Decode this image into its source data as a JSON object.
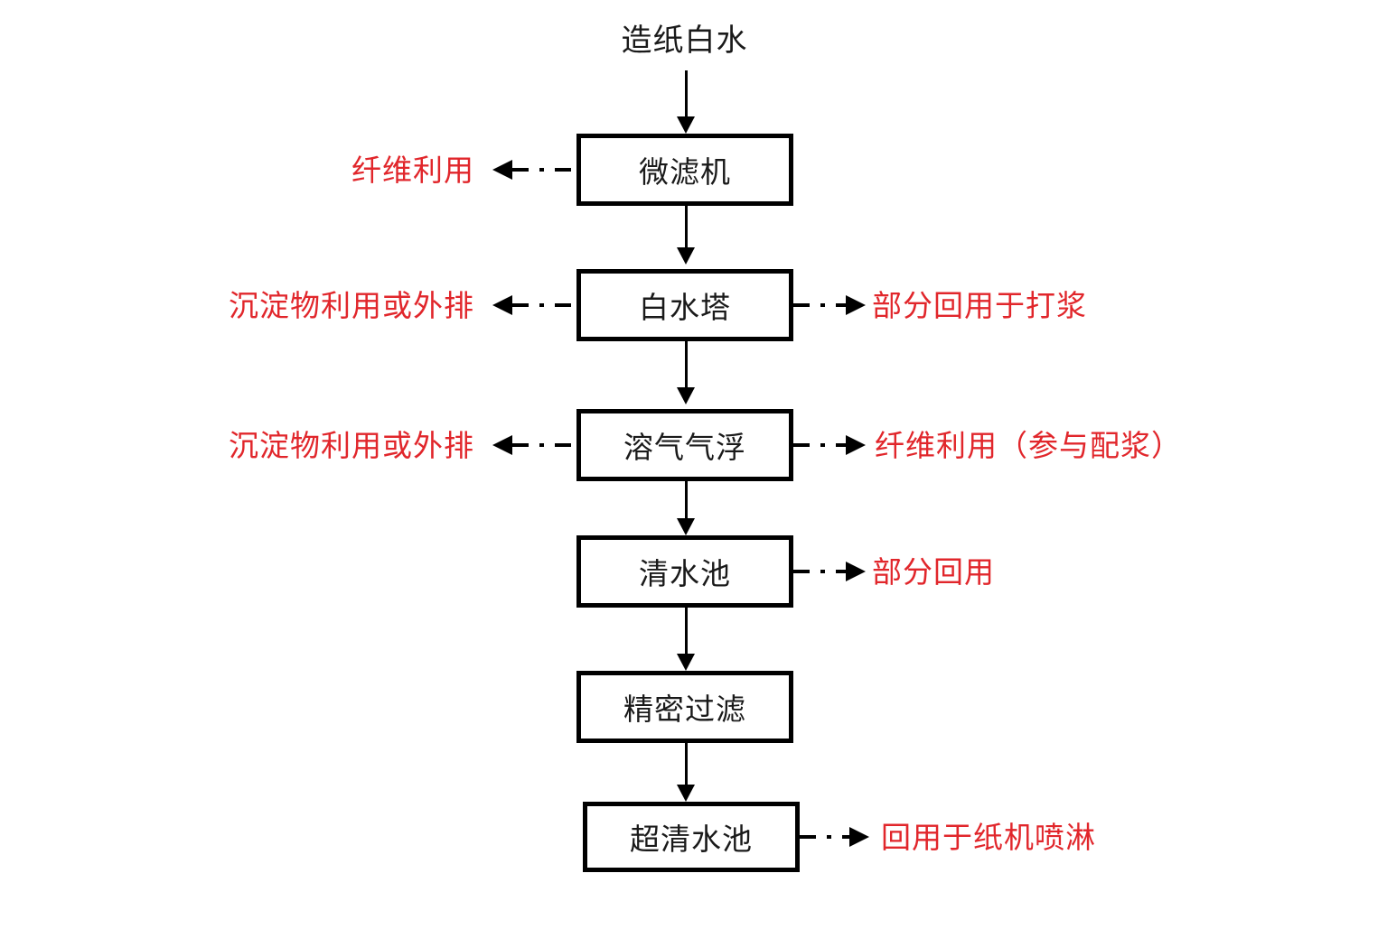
{
  "diagram": {
    "title": "造纸白水",
    "accent_color": "#e1262b",
    "line_color": "#000000",
    "background": "#ffffff",
    "inflow": {
      "label": "造纸白水",
      "arrow": "down-arrow-solid"
    },
    "steps": [
      {
        "id": "microfilter",
        "label": "微滤机",
        "outputs_left": [
          {
            "label": "纤维利用",
            "arrow": "left-arrow-dashdot"
          }
        ],
        "outputs_right": []
      },
      {
        "id": "white-water-tower",
        "label": "白水塔",
        "outputs_left": [
          {
            "label": "沉淀物利用或外排",
            "arrow": "left-arrow-dashdot"
          }
        ],
        "outputs_right": [
          {
            "label": "部分回用于打浆",
            "arrow": "right-arrow-dashdot"
          }
        ]
      },
      {
        "id": "dissolved-air-flotation",
        "label": "溶气气浮",
        "outputs_left": [
          {
            "label": "沉淀物利用或外排",
            "arrow": "left-arrow-dashdot"
          }
        ],
        "outputs_right": [
          {
            "label": "纤维利用（参与配浆）",
            "arrow": "right-arrow-dashdot"
          }
        ]
      },
      {
        "id": "clear-water-pool",
        "label": "清水池",
        "outputs_left": [],
        "outputs_right": [
          {
            "label": "部分回用",
            "arrow": "right-arrow-dashdot"
          }
        ]
      },
      {
        "id": "precision-filtration",
        "label": "精密过滤",
        "outputs_left": [],
        "outputs_right": []
      },
      {
        "id": "ultra-clear-water-pool",
        "label": "超清水池",
        "outputs_left": [],
        "outputs_right": [
          {
            "label": "回用于纸机喷淋",
            "arrow": "right-arrow-dashdot"
          }
        ]
      }
    ]
  }
}
